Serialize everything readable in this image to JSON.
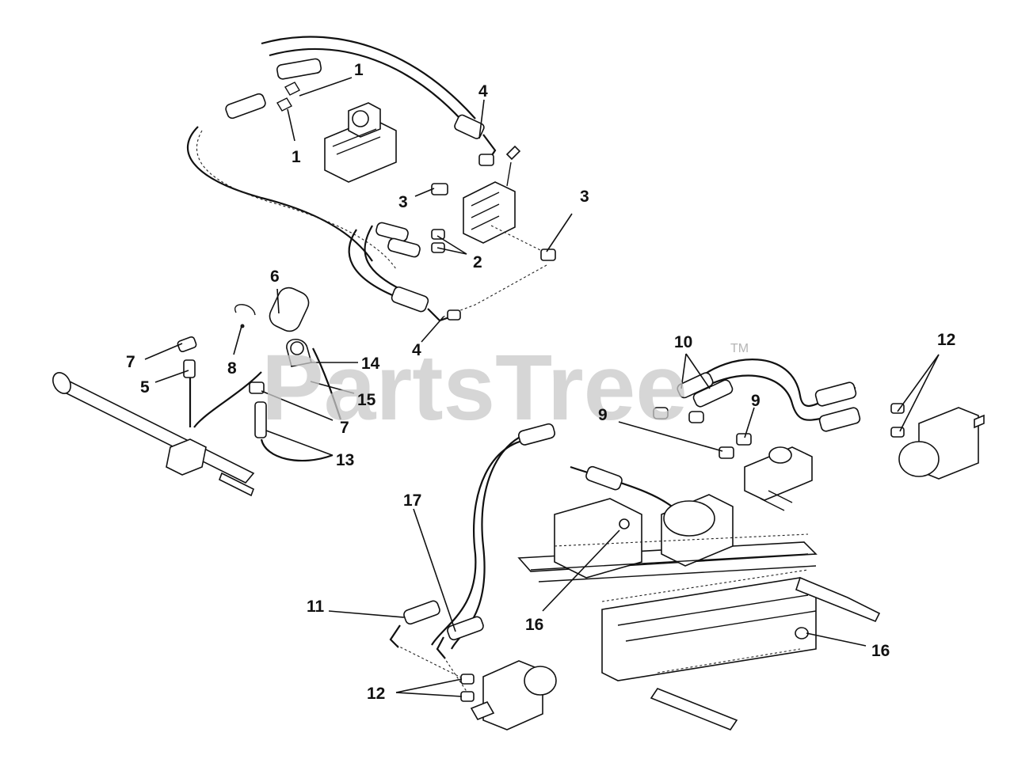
{
  "watermark": {
    "text": "PartsTree",
    "trademark": "TM"
  },
  "callouts": [
    "1",
    "1",
    "4",
    "3",
    "3",
    "2",
    "6",
    "8",
    "7",
    "5",
    "14",
    "15",
    "7",
    "13",
    "4",
    "10",
    "12",
    "9",
    "9",
    "17",
    "11",
    "16",
    "16",
    "12"
  ]
}
